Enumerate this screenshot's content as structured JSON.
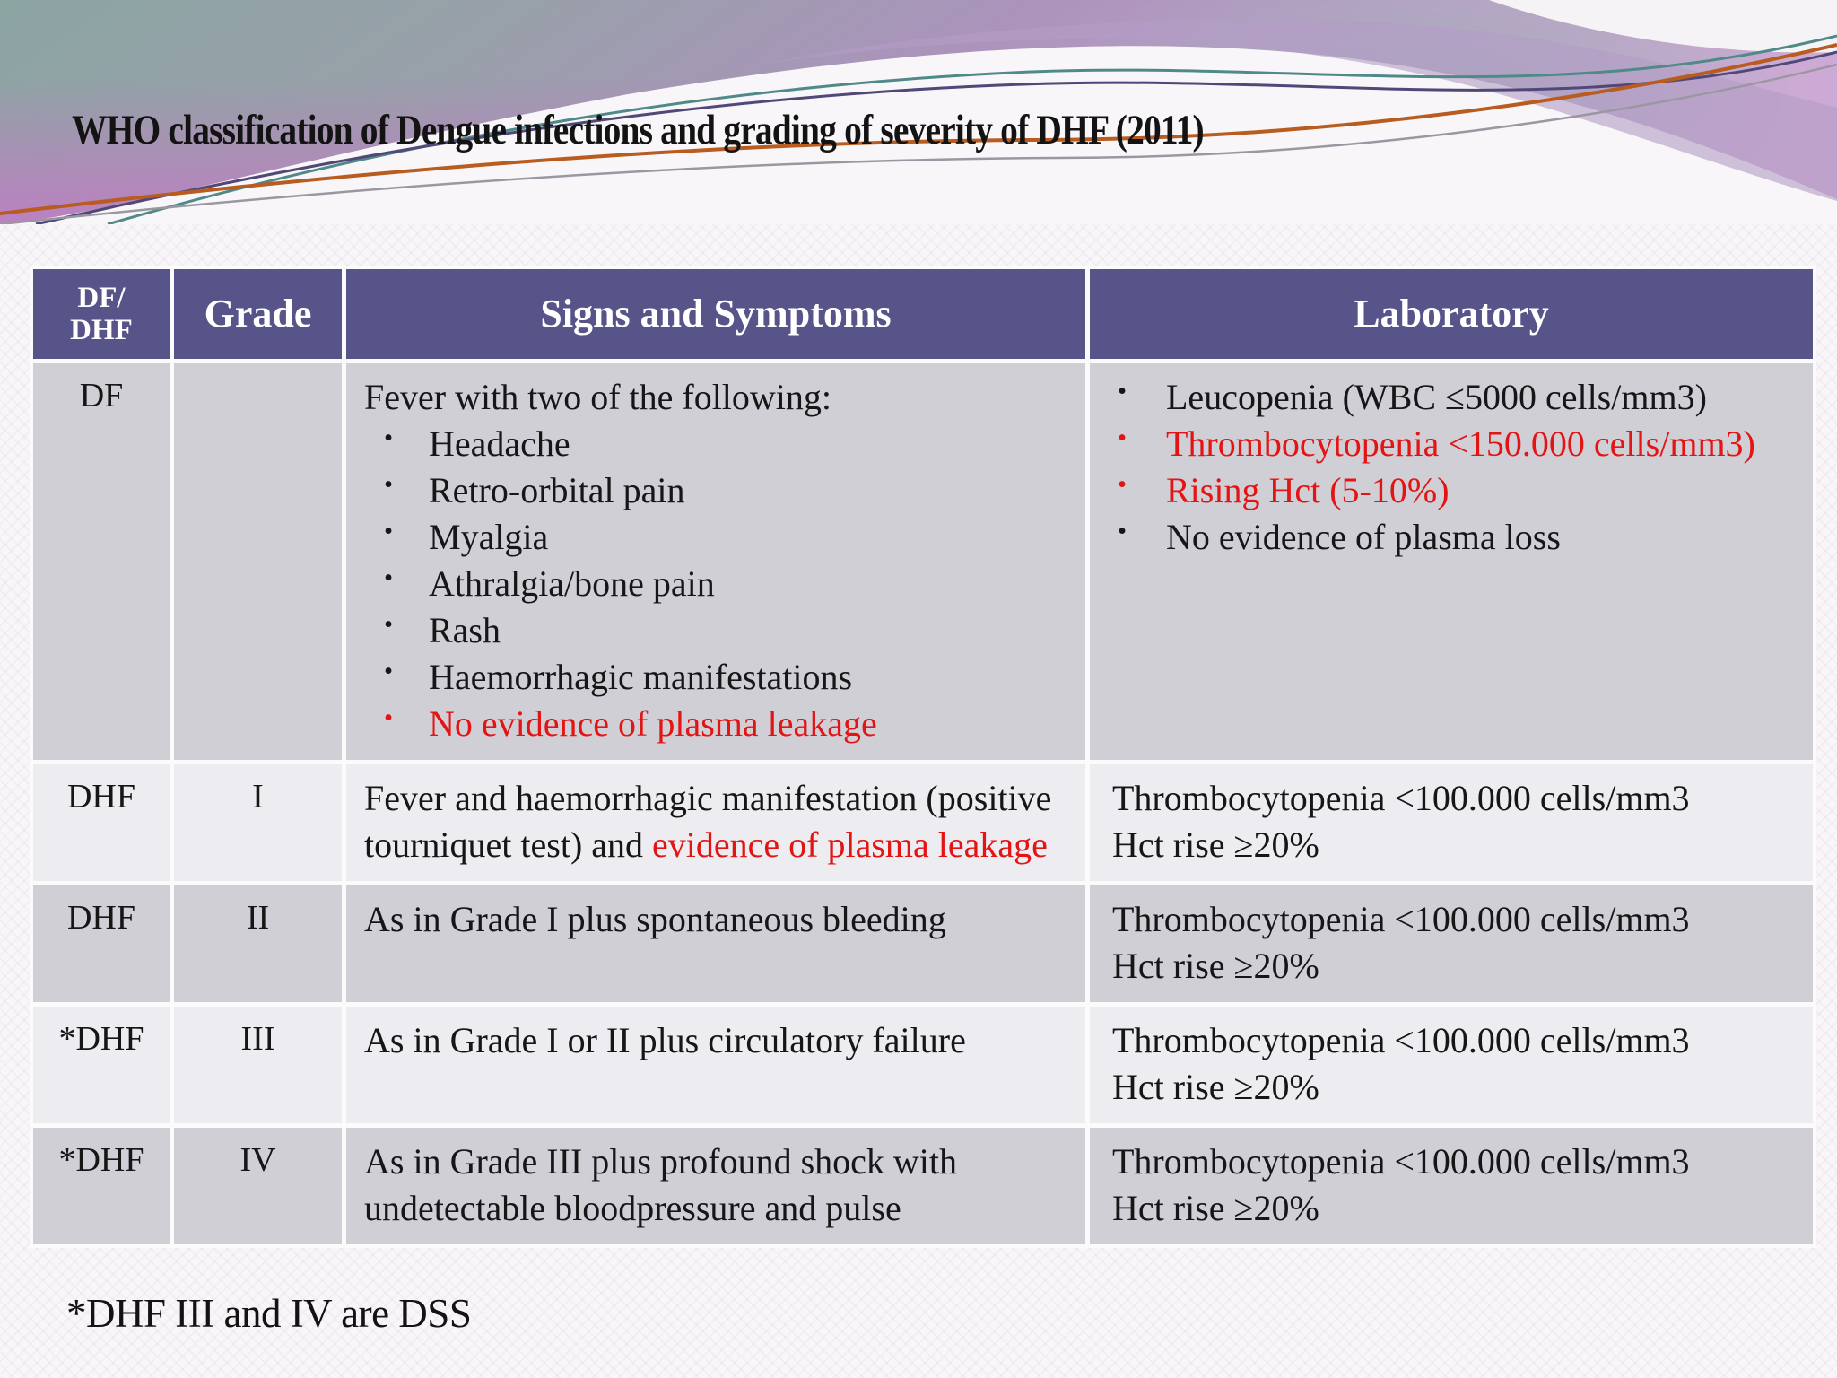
{
  "slide": {
    "title": "WHO classification of Dengue infections and grading of severity of DHF (2011)",
    "footnote": "*DHF III and IV are DSS"
  },
  "colors": {
    "header_bg": "#575489",
    "header_text": "#ffffff",
    "row_dark": "#d0cfd6",
    "row_light": "#edecf1",
    "text": "#161616",
    "red": "#e31414"
  },
  "table": {
    "headers": {
      "col1": "DF/\nDHF",
      "col2": "Grade",
      "col3": "Signs and Symptoms",
      "col4": "Laboratory"
    },
    "rows": [
      {
        "type": "DF",
        "grade": "",
        "shade": "dark",
        "signs": {
          "intro": "Fever  with two of the following:",
          "bullets": [
            {
              "text": "Headache",
              "color": "black"
            },
            {
              "text": "Retro-orbital pain",
              "color": "black"
            },
            {
              "text": "Myalgia",
              "color": "black"
            },
            {
              "text": "Athralgia/bone pain",
              "color": "black"
            },
            {
              "text": "Rash",
              "color": "black"
            },
            {
              "text": "Haemorrhagic manifestations",
              "color": "black"
            },
            {
              "text": "No evidence of plasma leakage",
              "color": "red"
            }
          ]
        },
        "lab": {
          "bullets": [
            {
              "text": "Leucopenia (WBC ≤5000 cells/mm3)",
              "color": "black"
            },
            {
              "text": "Thrombocytopenia <150.000 cells/mm3)",
              "color": "red"
            },
            {
              "text": "Rising Hct (5-10%)",
              "color": "red"
            },
            {
              "text": "No evidence of plasma loss",
              "color": "black"
            }
          ]
        }
      },
      {
        "type": "DHF",
        "grade": "I",
        "shade": "light",
        "signs": {
          "runs": [
            {
              "text": "Fever  and haemorrhagic manifestation (positive tourniquet test) and ",
              "color": "black"
            },
            {
              "text": "evidence of plasma leakage",
              "color": "red"
            }
          ]
        },
        "lab": {
          "lines": [
            "Thrombocytopenia <100.000 cells/mm3",
            "Hct rise ≥20%"
          ]
        }
      },
      {
        "type": "DHF",
        "grade": "II",
        "shade": "dark",
        "signs": {
          "runs": [
            {
              "text": "As in Grade I plus spontaneous bleeding",
              "color": "black"
            }
          ]
        },
        "lab": {
          "lines": [
            "Thrombocytopenia <100.000 cells/mm3",
            "Hct rise ≥20%"
          ]
        }
      },
      {
        "type": "*DHF",
        "grade": "III",
        "shade": "light",
        "signs": {
          "runs": [
            {
              "text": "As in Grade I or II plus circulatory failure",
              "color": "black"
            }
          ]
        },
        "lab": {
          "lines": [
            "Thrombocytopenia <100.000 cells/mm3",
            "Hct rise ≥20%"
          ]
        }
      },
      {
        "type": "*DHF",
        "grade": "IV",
        "shade": "dark",
        "signs": {
          "runs": [
            {
              "text": "As in Grade III plus profound shock with undetectable bloodpressure and pulse",
              "color": "black"
            }
          ]
        },
        "lab": {
          "lines": [
            "Thrombocytopenia <100.000 cells/mm3",
            "Hct rise ≥20%"
          ]
        }
      }
    ]
  }
}
